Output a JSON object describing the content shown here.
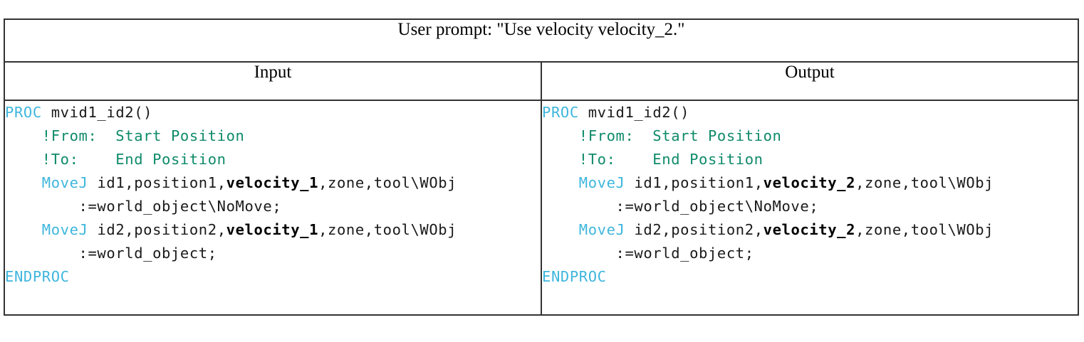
{
  "figure": {
    "prompt_header": "User prompt: \"Use velocity velocity_2.\"",
    "columns": {
      "input_label": "Input",
      "output_label": "Output"
    },
    "colors": {
      "keyword": "#3fb6dd",
      "comment": "#0f8a6a",
      "literal_bold": "#000000",
      "plain": "#1a1a1a",
      "border": "#333333",
      "background": "#ffffff"
    },
    "input_code": {
      "lines": [
        [
          {
            "t": "PROC",
            "c": "kw"
          },
          {
            "t": " mvid1_id2()",
            "c": "plain"
          }
        ],
        [
          {
            "t": "    !From:  Start Position",
            "c": "comment"
          }
        ],
        [
          {
            "t": "    !To:    End Position",
            "c": "comment"
          }
        ],
        [
          {
            "t": "    ",
            "c": "plain"
          },
          {
            "t": "MoveJ",
            "c": "kw"
          },
          {
            "t": " id1,position1,",
            "c": "plain"
          },
          {
            "t": "velocity_1",
            "c": "strong"
          },
          {
            "t": ",zone,tool\\WObj",
            "c": "plain"
          }
        ],
        [
          {
            "t": "        :=world_object\\NoMove;",
            "c": "plain"
          }
        ],
        [
          {
            "t": "    ",
            "c": "plain"
          },
          {
            "t": "MoveJ",
            "c": "kw"
          },
          {
            "t": " id2,position2,",
            "c": "plain"
          },
          {
            "t": "velocity_1",
            "c": "strong"
          },
          {
            "t": ",zone,tool\\WObj",
            "c": "plain"
          }
        ],
        [
          {
            "t": "        :=world_object;",
            "c": "plain"
          }
        ],
        [
          {
            "t": "ENDPROC",
            "c": "kw"
          }
        ]
      ]
    },
    "output_code": {
      "lines": [
        [
          {
            "t": "PROC",
            "c": "kw"
          },
          {
            "t": " mvid1_id2()",
            "c": "plain"
          }
        ],
        [
          {
            "t": "    !From:  Start Position",
            "c": "comment"
          }
        ],
        [
          {
            "t": "    !To:    End Position",
            "c": "comment"
          }
        ],
        [
          {
            "t": "    ",
            "c": "plain"
          },
          {
            "t": "MoveJ",
            "c": "kw"
          },
          {
            "t": " id1,position1,",
            "c": "plain"
          },
          {
            "t": "velocity_2",
            "c": "strong"
          },
          {
            "t": ",zone,tool\\WObj",
            "c": "plain"
          }
        ],
        [
          {
            "t": "        :=world_object\\NoMove;",
            "c": "plain"
          }
        ],
        [
          {
            "t": "    ",
            "c": "plain"
          },
          {
            "t": "MoveJ",
            "c": "kw"
          },
          {
            "t": " id2,position2,",
            "c": "plain"
          },
          {
            "t": "velocity_2",
            "c": "strong"
          },
          {
            "t": ",zone,tool\\WObj",
            "c": "plain"
          }
        ],
        [
          {
            "t": "        :=world_object;",
            "c": "plain"
          }
        ],
        [
          {
            "t": "ENDPROC",
            "c": "kw"
          }
        ]
      ]
    }
  }
}
